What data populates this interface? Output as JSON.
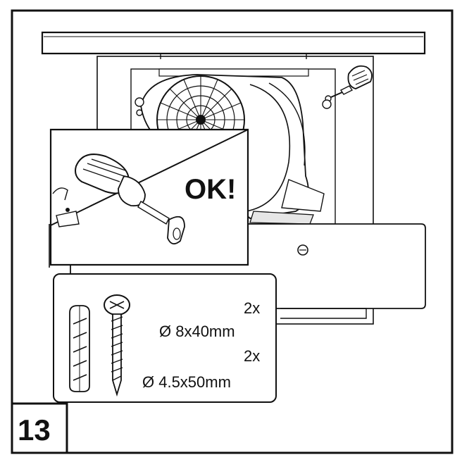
{
  "callout": {
    "ok_label": "OK!"
  },
  "hardware": {
    "items": [
      {
        "quantity": "2x",
        "spec": "Ø 8x40mm",
        "icon": "wall-plug-icon"
      },
      {
        "quantity": "2x",
        "spec": "Ø 4.5x50mm",
        "icon": "screw-icon"
      }
    ]
  },
  "step": {
    "number": "13"
  },
  "colors": {
    "line": "#111111",
    "fill": "#ffffff",
    "shade": "#e6e6e6"
  }
}
